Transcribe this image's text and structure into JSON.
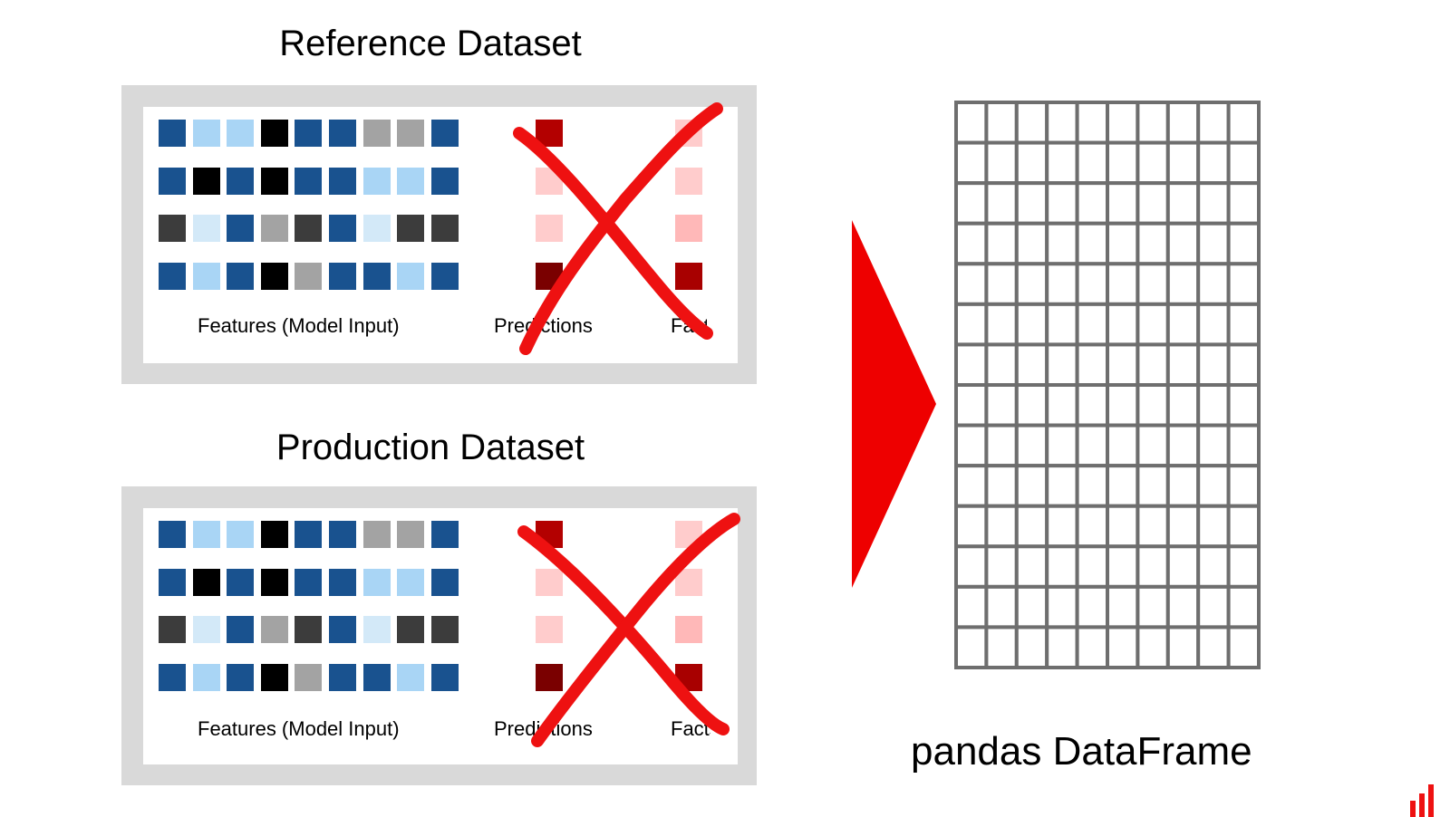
{
  "reference": {
    "title": "Reference Dataset",
    "features_label": "Features (Model Input)",
    "predictions_label": "Predictions",
    "facts_label": "Facts"
  },
  "production": {
    "title": "Production Dataset",
    "features_label": "Features (Model Input)",
    "predictions_label": "Predictions",
    "facts_label": "Facts"
  },
  "dataframe_label": "pandas DataFrame",
  "grid": {
    "rows": 14,
    "cols": 10,
    "color": "#6e6e6e"
  },
  "colors": {
    "dark_blue": "#19528f",
    "light_blue": "#a9d5f5",
    "pale_blue": "#d3e9f8",
    "black": "#000000",
    "gray": "#a3a3a3",
    "dark_gray": "#3c3c3c",
    "cross_red": "#ee1111",
    "arrow_red": "#ee0000",
    "panel_gray": "#d9d9d9"
  },
  "feature_matrix": [
    [
      "dark_blue",
      "light_blue",
      "light_blue",
      "black",
      "dark_blue",
      "dark_blue",
      "gray",
      "gray",
      "dark_blue"
    ],
    [
      "dark_blue",
      "black",
      "dark_blue",
      "black",
      "dark_blue",
      "dark_blue",
      "light_blue",
      "light_blue",
      "dark_blue"
    ],
    [
      "dark_gray",
      "pale_blue",
      "dark_blue",
      "gray",
      "dark_gray",
      "dark_blue",
      "pale_blue",
      "dark_gray",
      "dark_gray"
    ],
    [
      "dark_blue",
      "light_blue",
      "dark_blue",
      "black",
      "gray",
      "dark_blue",
      "dark_blue",
      "light_blue",
      "dark_blue"
    ]
  ],
  "predictions_column": [
    "#b30000",
    "#ffcccc",
    "#ffcccc",
    "#7a0000"
  ],
  "facts_column": [
    "#ffcccc",
    "#ffcccc",
    "#ffb8b8",
    "#a80000"
  ]
}
